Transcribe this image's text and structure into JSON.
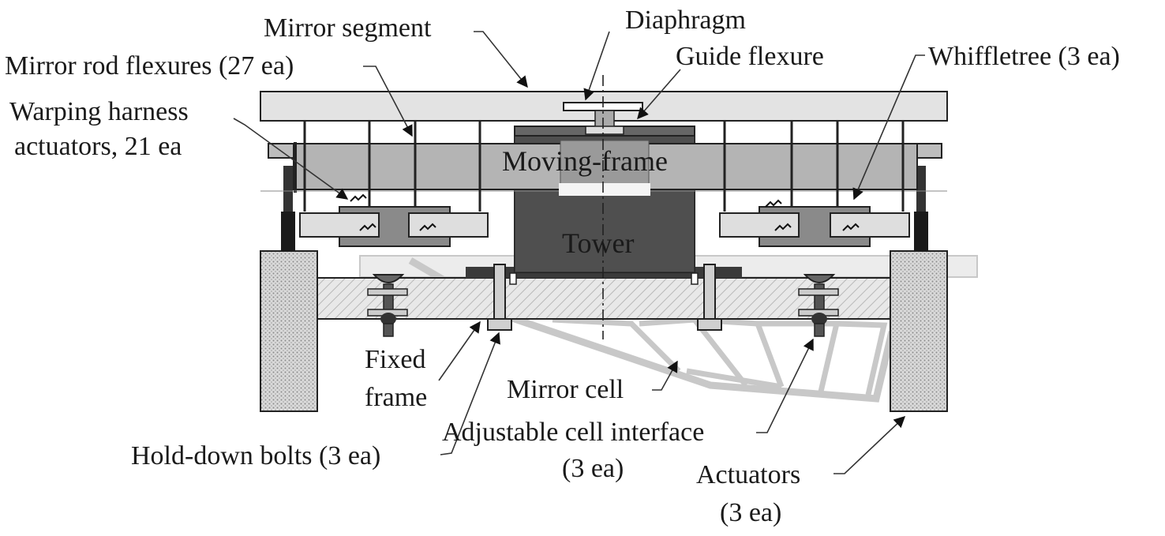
{
  "diagram": {
    "labels": {
      "mirror_segment": "Mirror segment",
      "diaphragm": "Diaphragm",
      "guide_flexure": "Guide flexure",
      "mirror_rod_flexures": "Mirror rod flexures (27 ea)",
      "whiffletree": "Whiffletree (3 ea)",
      "warping_line1": "Warping harness",
      "warping_line2": "actuators, 21 ea",
      "moving_frame": "Moving-frame",
      "tower": "Tower",
      "fixed_line1": "Fixed",
      "fixed_line2": "frame",
      "mirror_cell": "Mirror cell",
      "adjustable_line1": "Adjustable cell interface",
      "adjustable_line2": "(3 ea)",
      "hold_down_bolts": "Hold-down bolts (3 ea)",
      "actuators_line1": "Actuators",
      "actuators_line2": "(3 ea)"
    }
  }
}
